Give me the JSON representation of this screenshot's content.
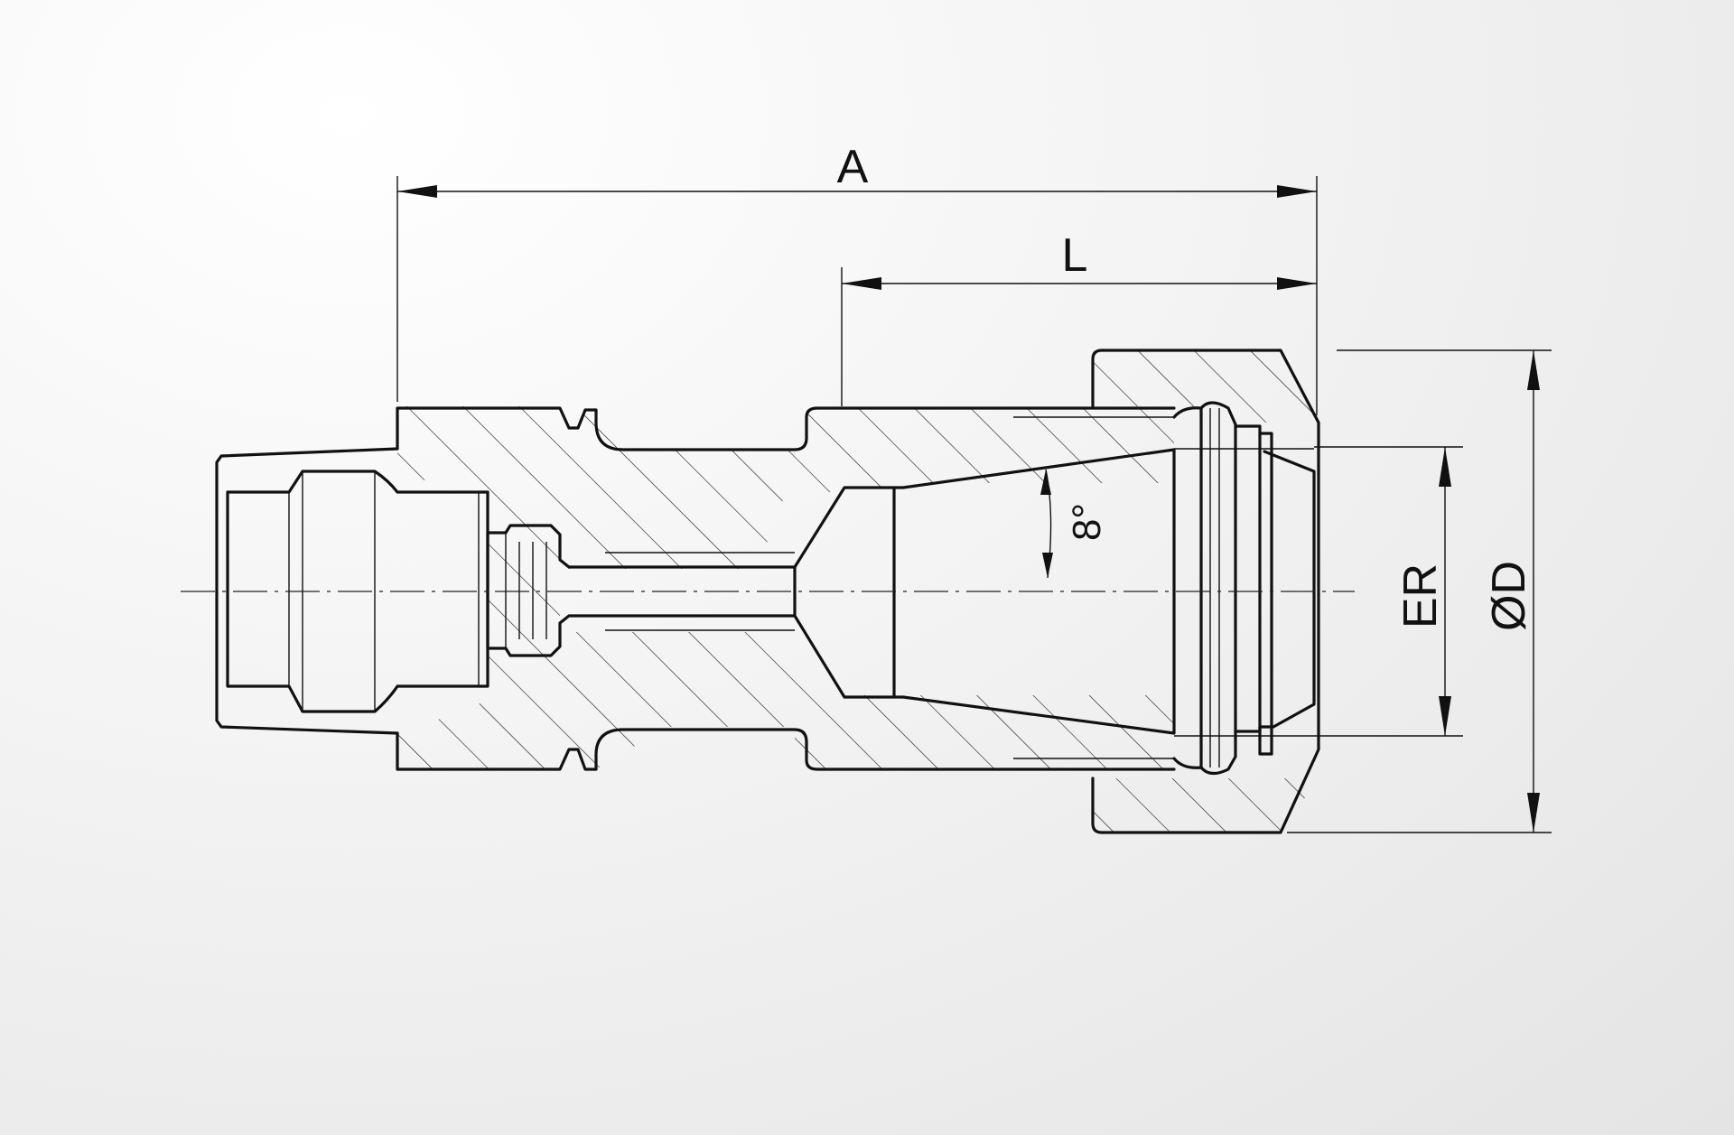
{
  "dimensions": {
    "A": "A",
    "L": "L",
    "ER": "ER",
    "D": "ØD",
    "angle": "8°"
  },
  "colors": {
    "line": "#111111",
    "background": "#ececec"
  }
}
